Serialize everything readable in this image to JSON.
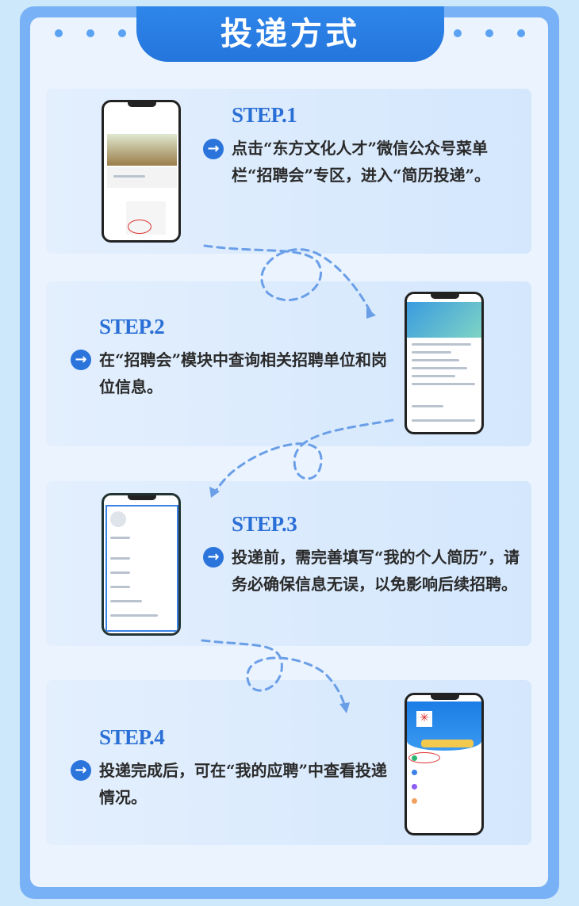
{
  "header": {
    "title": "投递方式"
  },
  "steps": [
    {
      "title": "STEP.1",
      "text": "点击“东方文化人才”微信公众号菜单栏“招聘会”专区，进入“简历投递”。"
    },
    {
      "title": "STEP.2",
      "text": "在“招聘会”模块中查询相关招聘单位和岗位信息。"
    },
    {
      "title": "STEP.3",
      "text": "投递前，需完善填写“我的个人简历”，请务必确保信息无误，以免影响后续招聘。"
    },
    {
      "title": "STEP.4",
      "text": "投递完成后，可在“我的应聘”中查看投递情况。"
    }
  ],
  "icons": {
    "step": "arrow-right-circle-icon"
  },
  "colors": {
    "accent": "#2a74dc",
    "frame": "#78b1f5",
    "background": "#cde8fb"
  }
}
